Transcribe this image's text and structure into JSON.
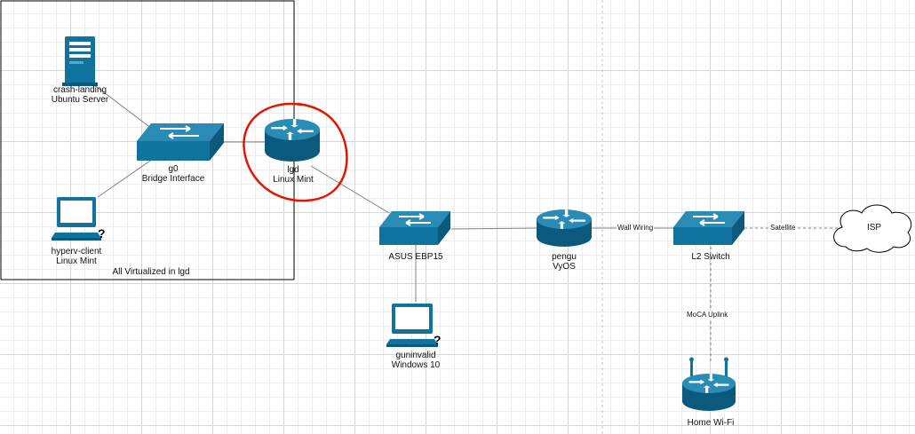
{
  "nodes": {
    "crash_landing": {
      "line1": "crash-landing",
      "line2": "Ubuntu Server",
      "icon": "server-icon"
    },
    "g0": {
      "line1": "g0",
      "line2": "Bridge Interface",
      "icon": "switch-icon"
    },
    "hyperv_client": {
      "line1": "hyperv-client",
      "line2": "Linux Mint",
      "icon": "workstation-icon"
    },
    "lgd": {
      "line1": "lgd",
      "line2": "Linux Mint",
      "icon": "router-icon"
    },
    "asus": {
      "line1": "ASUS EBP15",
      "icon": "switch-icon"
    },
    "guninvalid": {
      "line1": "guninvalid",
      "line2": "Windows 10",
      "icon": "workstation-icon"
    },
    "pengu": {
      "line1": "pengu",
      "line2": "VyOS",
      "icon": "router-icon"
    },
    "l2switch": {
      "line1": "L2 Switch",
      "icon": "switch-icon"
    },
    "isp": {
      "line1": "ISP",
      "icon": "cloud-icon"
    },
    "homewifi": {
      "line1": "Home Wi-Fi",
      "icon": "wireless-router-icon"
    }
  },
  "group": {
    "label": "All Virtualized in lgd"
  },
  "edges": {
    "wall_wiring": "Wall Wiring",
    "satellite": "Satellite",
    "moca_uplink": "MoCA Uplink"
  },
  "colors": {
    "device_blue": "#10739e",
    "device_top": "#2a8bb5",
    "annotation_red": "#e51400",
    "line_gray": "#808080"
  }
}
